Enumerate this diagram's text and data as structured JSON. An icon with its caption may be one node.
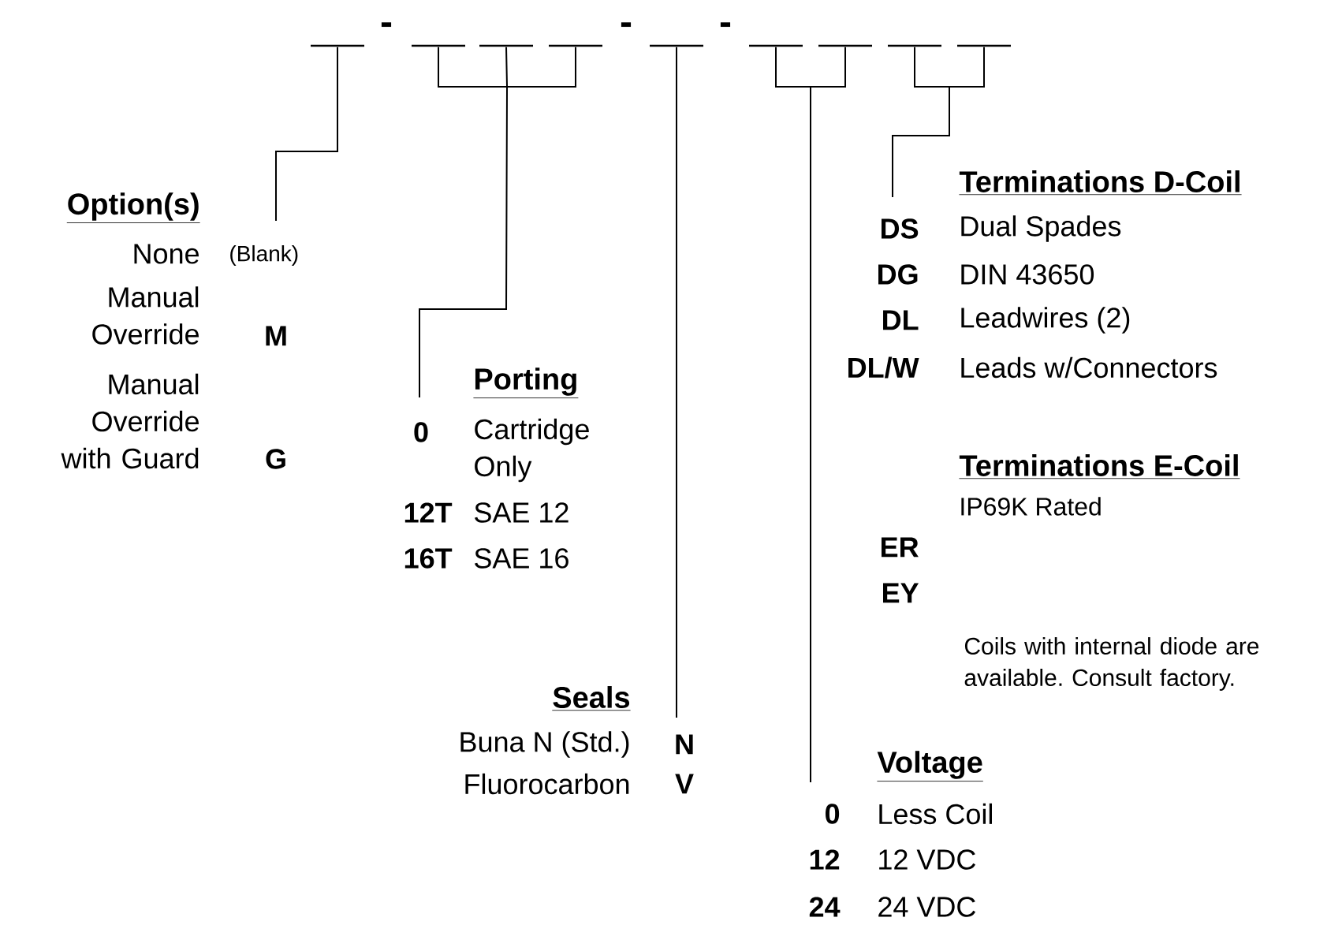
{
  "diagram": {
    "nodes": [
      {
        "text": [],
        "shape": "bar"
      },
      {
        "text": [],
        "shape": "bar"
      },
      {
        "text": [],
        "shape": "bar"
      },
      {
        "text": [],
        "shape": "bar"
      },
      {
        "text": [],
        "shape": "bar"
      },
      {
        "text": [],
        "shape": "bar"
      },
      {
        "text": [],
        "shape": "bar"
      },
      {
        "text": [],
        "shape": "bar"
      },
      {
        "text": [],
        "shape": "bar"
      },
      {
        "text": [
          "Option(s)",
          "None",
          "(Blank)",
          "Manual Override",
          "M",
          "Manual Override with Guard",
          "G"
        ]
      },
      {
        "text": [
          "Porting",
          "0",
          "Cartridge Only",
          "12T",
          "SAE 12",
          "16T",
          "SAE 16"
        ]
      },
      {
        "text": [
          "Seals",
          "Buna N (Std.)",
          "N",
          "Fluorocarbon",
          "V"
        ]
      },
      {
        "text": [
          "Voltage",
          "0",
          "Less Coil",
          "12",
          "12 VDC",
          "24",
          "24 VDC"
        ]
      },
      {
        "text": [
          "Terminations D-Coil",
          "DS",
          "Dual Spades",
          "DG",
          "DIN 43650",
          "DL",
          "Leadwires (2)",
          "DL/W",
          "Leads w/Connectors"
        ]
      },
      {
        "text": [
          "Terminations E-Coil",
          "IP69K Rated",
          "ER",
          "EY"
        ]
      }
    ],
    "edges": [
      {
        "from": 0,
        "to": 9,
        "arrow": "none"
      },
      {
        "from": 1,
        "to": 10,
        "arrow": "none"
      },
      {
        "from": 2,
        "to": 10,
        "arrow": "none"
      },
      {
        "from": 3,
        "to": 10,
        "arrow": "none"
      },
      {
        "from": 4,
        "to": 11,
        "arrow": "none"
      },
      {
        "from": 5,
        "to": 12,
        "arrow": "none"
      },
      {
        "from": 6,
        "to": 12,
        "arrow": "none"
      },
      {
        "from": 7,
        "to": 13,
        "arrow": "none"
      },
      {
        "from": 8,
        "to": 13,
        "arrow": "none"
      }
    ],
    "labels": [
      "-",
      "-",
      "-",
      "Coils with internal diode are available. Consult factory."
    ]
  }
}
